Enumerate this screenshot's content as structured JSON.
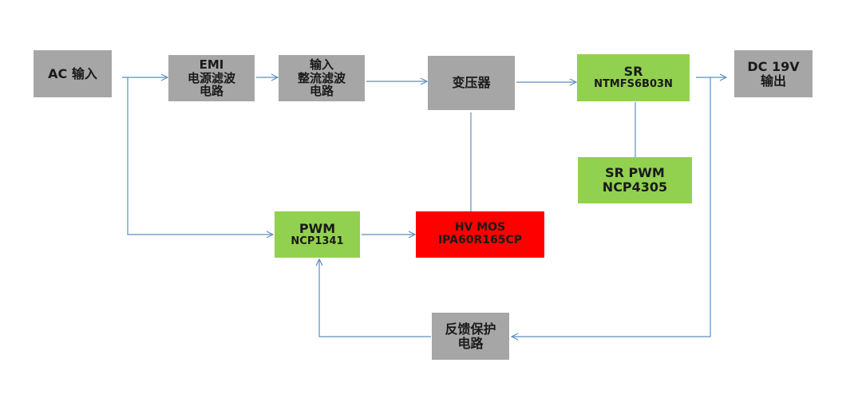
{
  "blocks": {
    "ac_input": {
      "label": "AC 输入"
    },
    "emi_filter": {
      "line1": "EMI",
      "line2": "电源滤波",
      "line3": "电路"
    },
    "input_rectifier": {
      "line1": "输入",
      "line2": "整流滤波",
      "line3": "电路"
    },
    "transformer": {
      "label": "变压器"
    },
    "sr": {
      "title": "SR",
      "part": "NTMFS6B03N"
    },
    "dc_output": {
      "line1": "DC 19V",
      "line2": "输出"
    },
    "sr_pwm": {
      "title": "SR PWM",
      "part": "NCP4305"
    },
    "pwm": {
      "title": "PWM",
      "part": "NCP1341"
    },
    "hv_mos": {
      "title": "HV MOS",
      "part": "IPA60R165CP"
    },
    "feedback": {
      "line1": "反馈保护",
      "line2": "电路"
    }
  },
  "colors": {
    "gray_block": "#a6a6a6",
    "green_block": "#92d050",
    "red_block": "#ff0000",
    "connector": "#5b8ec4"
  }
}
